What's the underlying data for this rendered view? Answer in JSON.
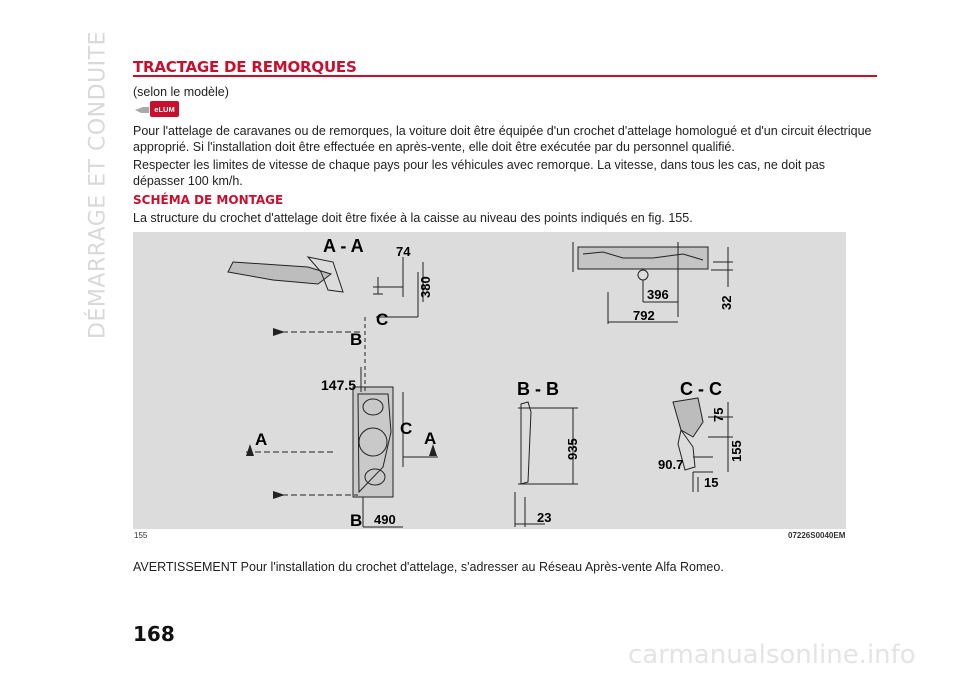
{
  "sidebar": {
    "section": "DÉMARRAGE ET CONDUITE"
  },
  "header": {
    "title": "TRACTAGE DE REMORQUES"
  },
  "body": {
    "note": "(selon le modèle)",
    "elum_badge": "eLUM",
    "para1": "Pour l'attelage de caravanes ou de remorques, la voiture doit être équipée d'un crochet d'attelage homologué et d'un circuit électrique approprié. Si l'installation doit être effectuée en après-vente, elle doit être exécutée par du personnel qualifié.",
    "para2": "Respecter les limites de vitesse de chaque pays pour les véhicules avec remorque. La vitesse, dans tous les cas, ne doit pas dépasser 100 km/h.",
    "subheading": "SCHÉMA DE MONTAGE",
    "para3": "La structure du crochet d'attelage doit être fixée à la caisse au niveau des points indiqués en fig. 155."
  },
  "figure": {
    "number": "155",
    "code": "07226S0040EM",
    "labels": {
      "section_aa": "A - A",
      "dim_74": "74",
      "dim_380": "380",
      "dim_396": "396",
      "dim_792": "792",
      "dim_32": "32",
      "label_c_top": "C",
      "label_b_top": "B",
      "dim_1475": "147.5",
      "label_a_left": "A",
      "label_c_mid": "C",
      "label_a_right": "A",
      "label_b_bottom": "B",
      "dim_490": "490",
      "section_bb": "B - B",
      "dim_935": "935",
      "dim_23": "23",
      "section_cc": "C - C",
      "dim_75": "75",
      "dim_155": "155",
      "dim_907": "90.7",
      "dim_15": "15"
    }
  },
  "warning": "AVERTISSEMENT Pour l'installation du crochet d'attelage, s'adresser au Réseau Après-vente Alfa Romeo.",
  "page_number": "168",
  "watermark": "carmanualsonline.info",
  "colors": {
    "accent": "#c8102e",
    "figure_bg": "#dcdcdc"
  }
}
